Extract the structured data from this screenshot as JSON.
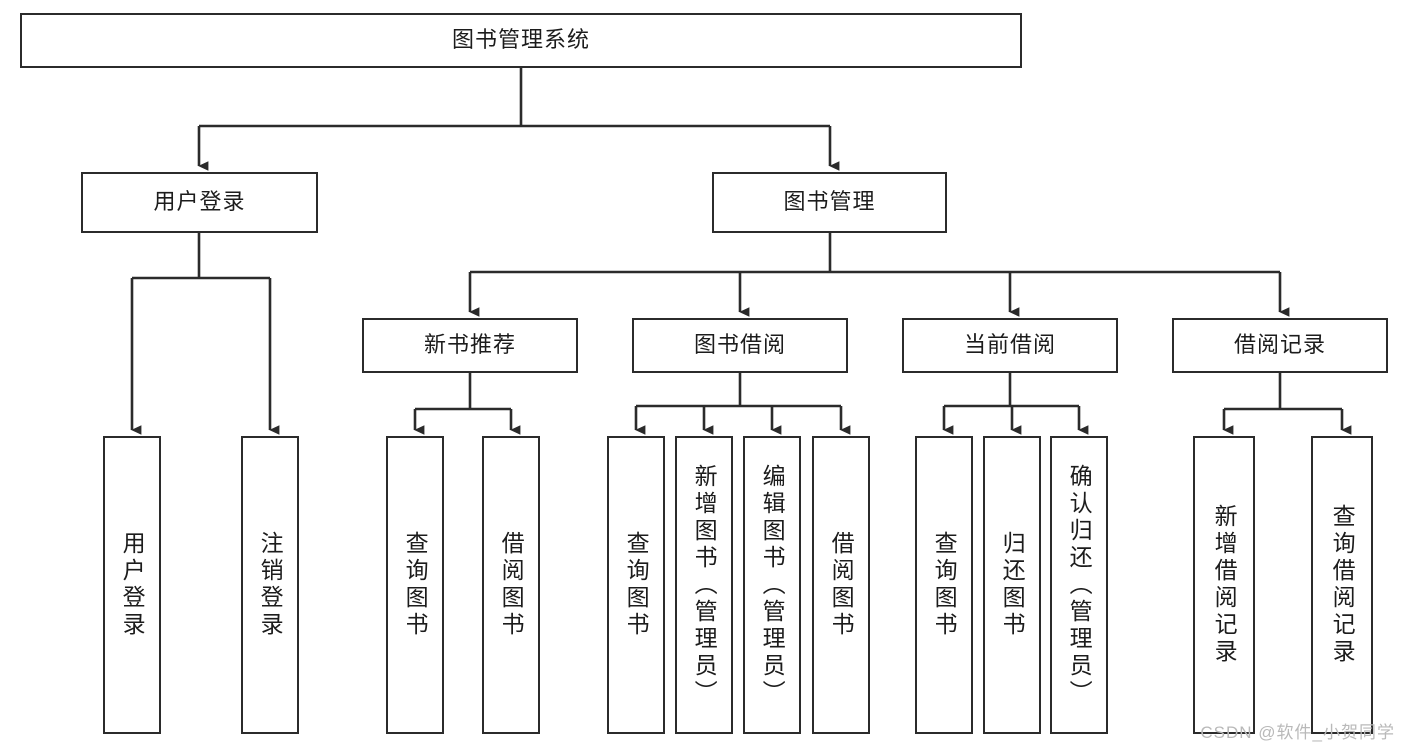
{
  "diagram": {
    "type": "tree",
    "title": "图书管理系统",
    "orientation": "top-down",
    "colors": {
      "box_border": "#2b2b2b",
      "box_fill": "#ffffff",
      "connector": "#2b2b2b",
      "text": "#1c1c1c",
      "watermark": "#b9b9b9",
      "background": "#ffffff"
    },
    "root": {
      "label": "图书管理系统"
    },
    "level1": [
      {
        "label": "用户登录"
      },
      {
        "label": "图书管理"
      }
    ],
    "level2": [
      {
        "label": "新书推荐"
      },
      {
        "label": "图书借阅"
      },
      {
        "label": "当前借阅"
      },
      {
        "label": "借阅记录"
      }
    ],
    "leaves": {
      "user_login": [
        {
          "label": "用户登录"
        },
        {
          "label": "注销登录"
        }
      ],
      "new_book_recommend": [
        {
          "label": "查询图书"
        },
        {
          "label": "借阅图书"
        }
      ],
      "book_borrow": [
        {
          "label": "查询图书"
        },
        {
          "label": "新增图书（管理员）"
        },
        {
          "label": "编辑图书（管理员）"
        },
        {
          "label": "借阅图书"
        }
      ],
      "current_borrow": [
        {
          "label": "查询图书"
        },
        {
          "label": "归还图书"
        },
        {
          "label": "确认归还（管理员）"
        }
      ],
      "borrow_record": [
        {
          "label": "新增借阅记录"
        },
        {
          "label": "查询借阅记录"
        }
      ]
    },
    "watermark": "CSDN @软件_小贺同学"
  }
}
